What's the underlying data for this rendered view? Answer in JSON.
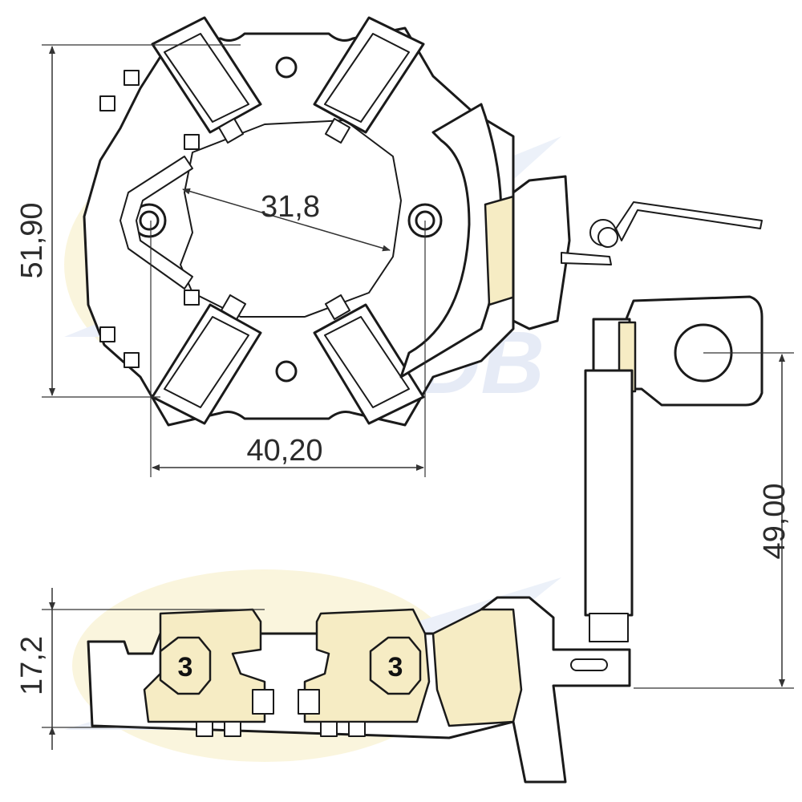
{
  "dimensions": {
    "height_top": "51,90",
    "brush_distance": "31,8",
    "width_bottom": "40,20",
    "lead_length": "49,00",
    "side_height": "17,2"
  },
  "badges": {
    "left": "3",
    "right": "3"
  },
  "colors": {
    "line": "#1a1a1a",
    "watermark_yellow": "#f3e3a0",
    "watermark_blue": "#c9d6ee",
    "fill_beige": "#f6ecc4"
  }
}
